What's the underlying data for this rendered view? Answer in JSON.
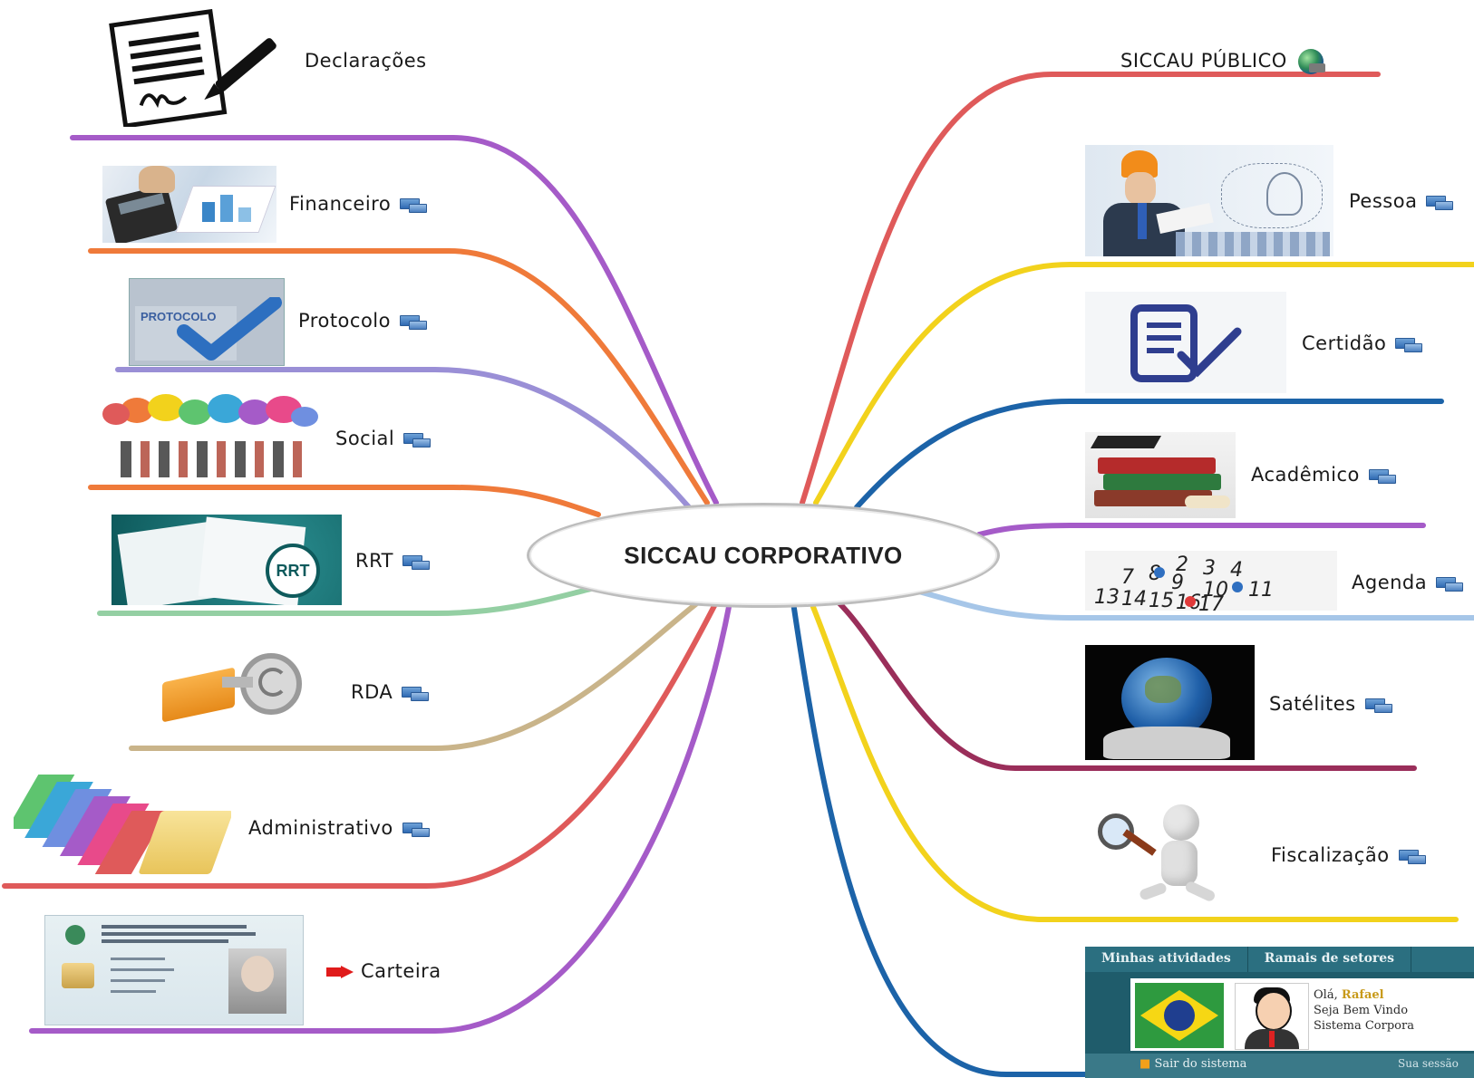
{
  "center": {
    "title": "SICCAU CORPORATIVO"
  },
  "left_branches": [
    {
      "label": "Declarações",
      "icon": "none"
    },
    {
      "label": "Financeiro",
      "icon": "computer-network-icon"
    },
    {
      "label": "Protocolo",
      "icon": "computer-network-icon"
    },
    {
      "label": "Social",
      "icon": "computer-network-icon"
    },
    {
      "label": "RRT",
      "icon": "computer-network-icon"
    },
    {
      "label": "RDA",
      "icon": "computer-network-icon"
    },
    {
      "label": "Administrativo",
      "icon": "computer-network-icon"
    },
    {
      "label": "Carteira",
      "icon": "red-arrow-icon"
    }
  ],
  "right_branches": [
    {
      "label": "SICCAU PÚBLICO",
      "icon": "globe-icon"
    },
    {
      "label": "Pessoa",
      "icon": "computer-network-icon"
    },
    {
      "label": "Certidão",
      "icon": "computer-network-icon"
    },
    {
      "label": "Acadêmico",
      "icon": "computer-network-icon"
    },
    {
      "label": "Agenda",
      "icon": "computer-network-icon"
    },
    {
      "label": "Satélites",
      "icon": "computer-network-icon"
    },
    {
      "label": "Fiscalização",
      "icon": "computer-network-icon"
    }
  ],
  "thumb_text": {
    "protocolo": "PROTOCOLO",
    "rrt": "RRT"
  },
  "portal": {
    "tab1": "Minhas atividades",
    "tab2": "Ramais de setores",
    "greeting": "Olá,",
    "user": "Rafael",
    "welcome": "Seja Bem Vindo",
    "system": "Sistema Corpora",
    "logout": "Sair do sistema",
    "session": "Sua sessão"
  },
  "colors": {
    "purple": "#a55bc8",
    "orange": "#ef7a3a",
    "lavender": "#9a8fd6",
    "green": "#94cfa3",
    "tan": "#c9b48a",
    "red": "#df5a5a",
    "yellow": "#f2d21c",
    "blue": "#1c63a8",
    "lightblue": "#a6c6e8",
    "maroon": "#9a2e5a"
  }
}
